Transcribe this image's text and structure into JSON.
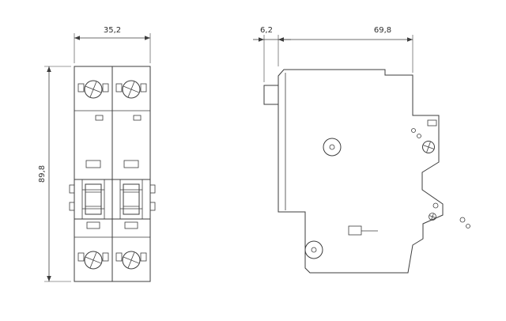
{
  "dimensions": {
    "front_width": "35,2",
    "front_height": "89,8",
    "side_front_depth": "6,2",
    "side_total_depth": "69,8"
  },
  "colors": {
    "line": "#3d3d3d",
    "dimension_text": "#2e2e2e",
    "background": "#ffffff"
  },
  "drawing": {
    "subject": "2-pole miniature circuit breaker dimension drawing",
    "views": [
      "front-view",
      "side-view"
    ]
  }
}
